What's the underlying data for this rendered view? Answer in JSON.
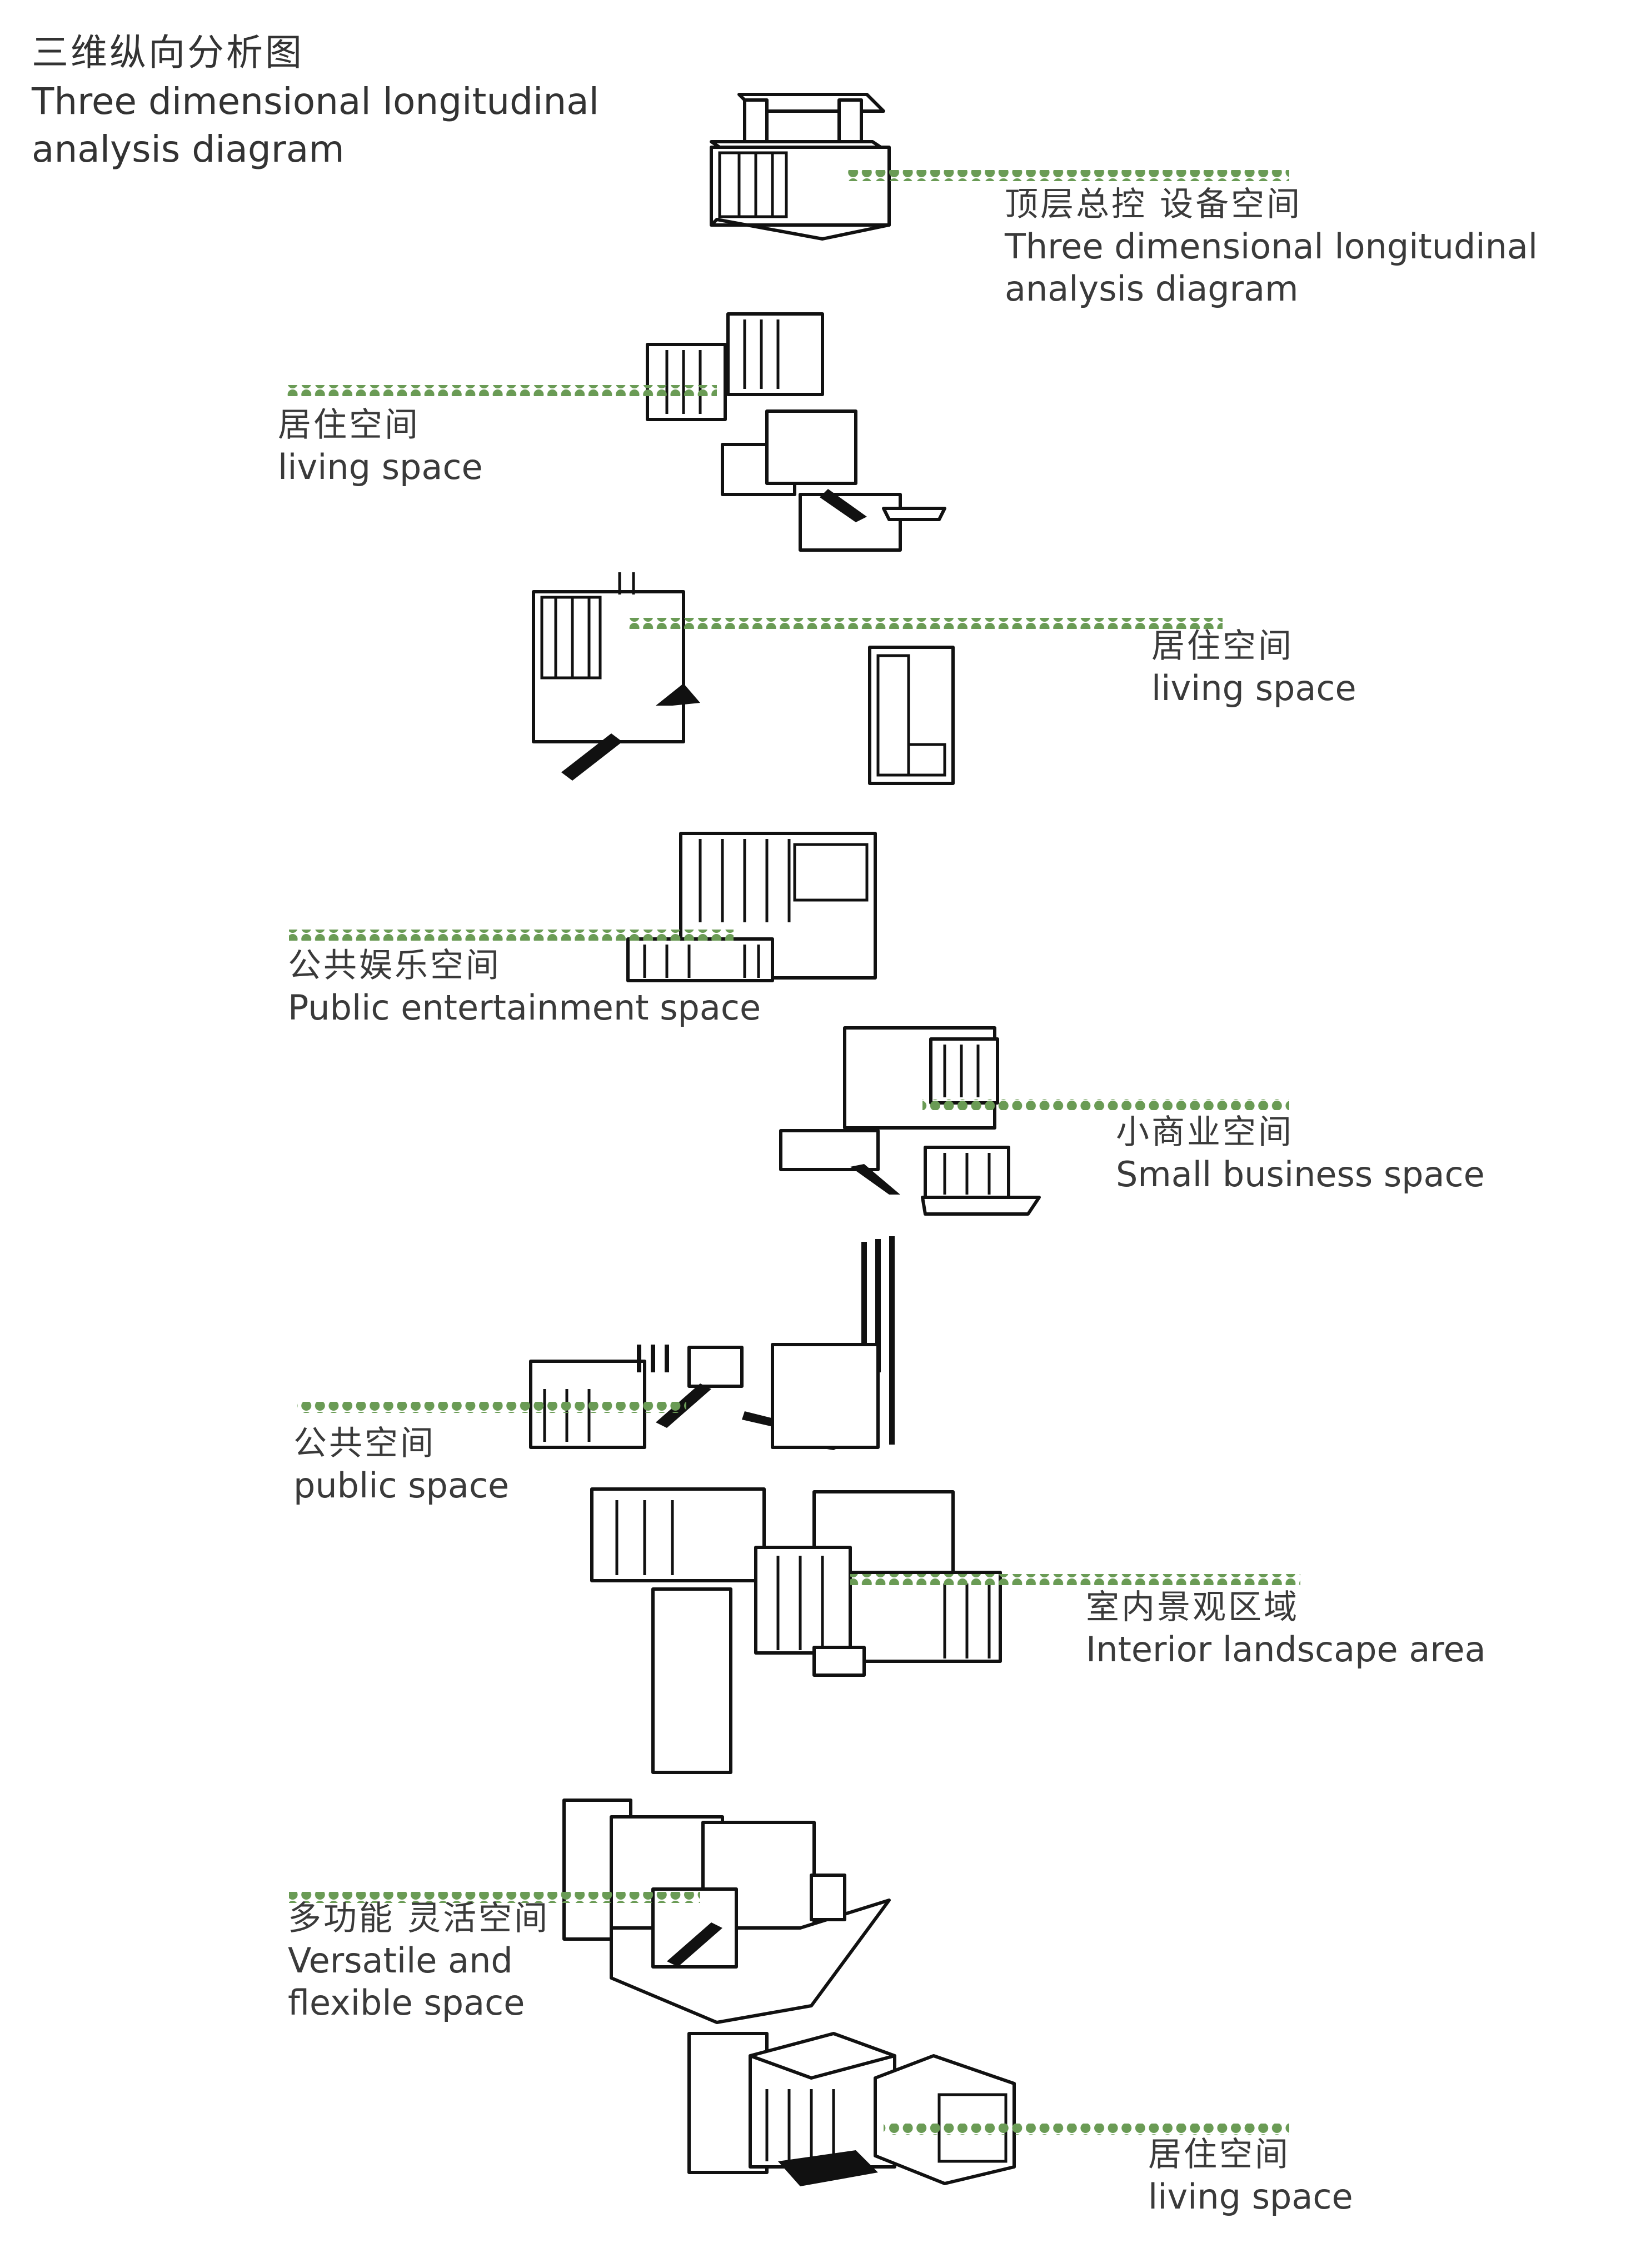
{
  "title": {
    "cn": "三维纵向分析图",
    "en_line1": "Three dimensional longitudinal",
    "en_line2": "analysis diagram"
  },
  "accent_color": "#6a9b55",
  "layers": [
    {
      "id": "top",
      "cn": "顶层总控 设备空间",
      "en_line1": "Three dimensional longitudinal",
      "en_line2": "analysis diagram"
    },
    {
      "id": "living-1",
      "cn": "居住空间",
      "en_line1": "living space"
    },
    {
      "id": "living-2",
      "cn": "居住空间",
      "en_line1": "living space"
    },
    {
      "id": "entertainment",
      "cn": "公共娱乐空间",
      "en_line1": "Public entertainment space"
    },
    {
      "id": "business",
      "cn": "小商业空间",
      "en_line1": "Small business space"
    },
    {
      "id": "public",
      "cn": "公共空间",
      "en_line1": "public space"
    },
    {
      "id": "landscape",
      "cn": "室内景观区域",
      "en_line1": "Interior landscape area"
    },
    {
      "id": "versatile",
      "cn": "多功能 灵活空间",
      "en_line1": "Versatile and",
      "en_line2": "flexible space"
    },
    {
      "id": "living-3",
      "cn": "居住空间",
      "en_line1": "living space"
    }
  ]
}
